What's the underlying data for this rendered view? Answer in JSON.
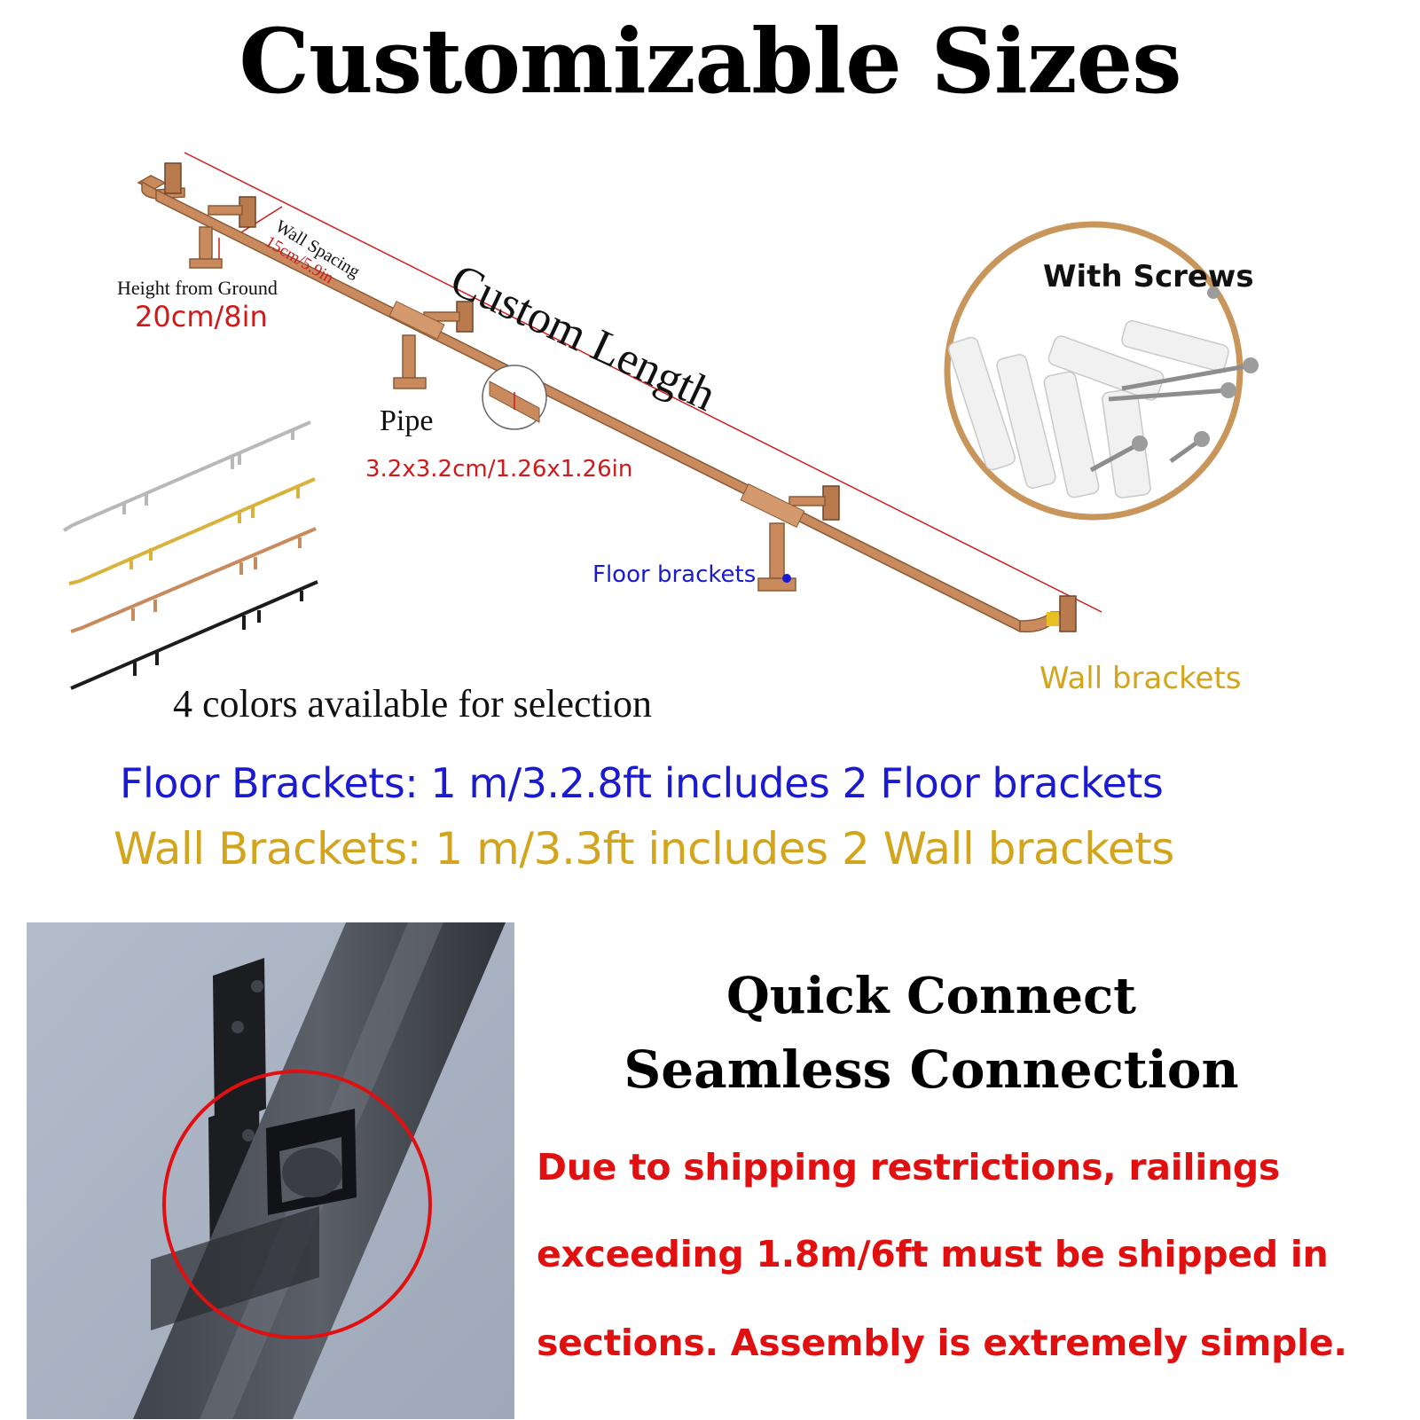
{
  "title": "Customizable Sizes",
  "diagram": {
    "height_label": "Height from Ground",
    "height_value": "20cm/8in",
    "wall_spacing_label": "Wall Spacing",
    "wall_spacing_value": "15cm/5.9in",
    "custom_length_label": "Custom Length",
    "pipe_label": "Pipe",
    "pipe_value": "3.2x3.2cm/1.26x1.26in",
    "floor_brackets_label": "Floor brackets",
    "wall_brackets_label": "Wall brackets",
    "colors_label": "4 colors available for selection",
    "color_options": [
      "#b8b8b8",
      "#d8b23a",
      "#c98a5e",
      "#1c1c1c"
    ],
    "rail_color": "#c98a5e"
  },
  "screws": {
    "title": "With Screws",
    "ring_color": "#c8955a"
  },
  "specs": {
    "floor": "Floor Brackets: 1 m/3.2.8ft includes 2 Floor brackets",
    "wall": "Wall Brackets: 1 m/3.3ft includes 2 Wall brackets"
  },
  "quick_connect": {
    "line1": "Quick Connect",
    "line2": "Seamless Connection"
  },
  "shipping": {
    "line1": "Due to shipping restrictions, railings",
    "line2": "exceeding 1.8m/6ft must be shipped in",
    "line3": "sections. Assembly is extremely simple."
  }
}
